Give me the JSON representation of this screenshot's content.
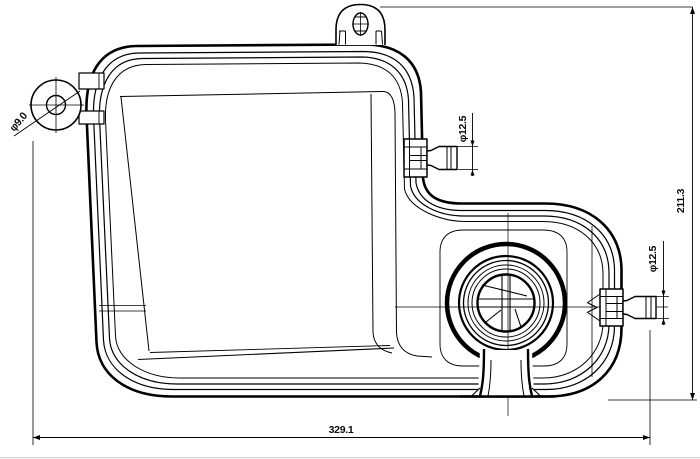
{
  "drawing": {
    "background": "#ffffff",
    "line_color": "#000000",
    "labels": {
      "overall_width": "329.1",
      "overall_height": "211.3",
      "upper_port_diameter": "φ12.5",
      "lower_port_diameter": "φ12.5",
      "mounting_hole_diameter": "φ9.0"
    }
  }
}
